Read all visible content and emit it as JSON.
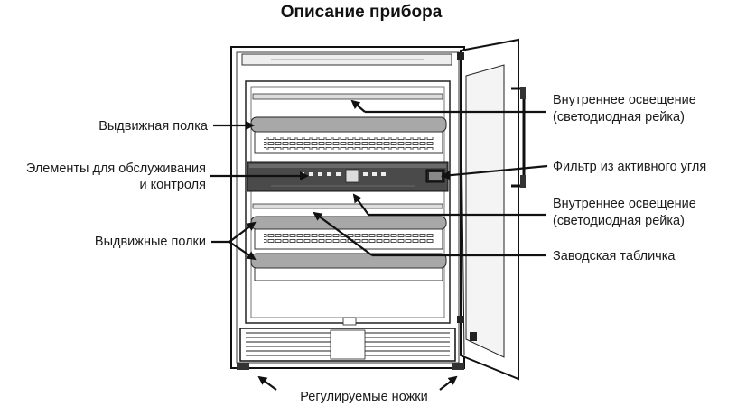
{
  "title": "Описание прибора",
  "labels": {
    "drawer_shelf": "Выдвижная полка",
    "controls_line1": "Элементы для обслуживания",
    "controls_line2": "и контроля",
    "drawer_shelves": "Выдвижные полки",
    "light_top_line1": "Внутреннее освещение",
    "light_top_line2": "(светодиодная рейка)",
    "carbon_filter": "Фильтр из активного угля",
    "light_mid_line1": "Внутреннее освещение",
    "light_mid_line2": "(светодиодная рейка)",
    "rating_plate": "Заводская табличка",
    "adjustable_feet": "Регулируемые ножки"
  },
  "colors": {
    "line": "#111111",
    "panel_dark": "#4a4a4a",
    "shelf_gray": "#a8a8a8",
    "glass": "#f4f4f4"
  }
}
